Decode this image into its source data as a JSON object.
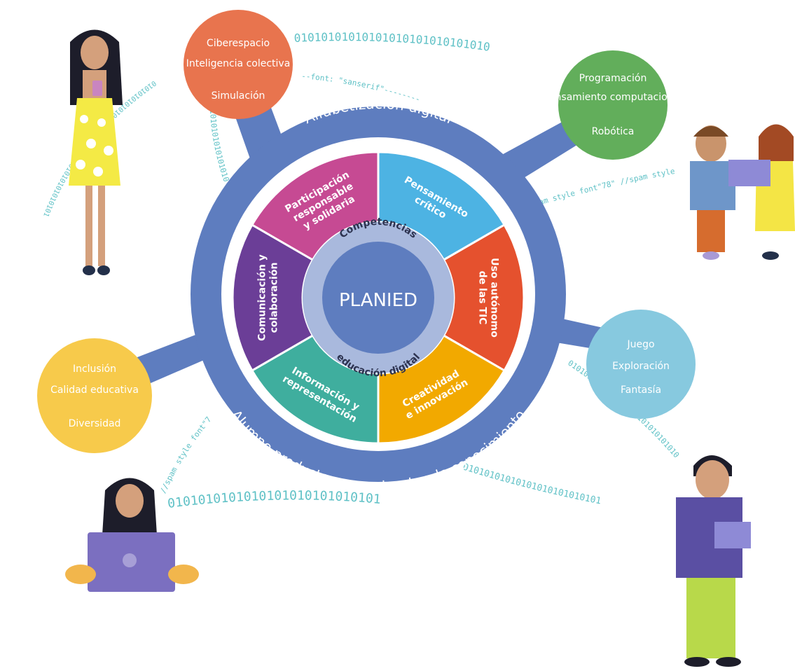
{
  "center": {
    "title": "PLANIED",
    "ring_top": "Competencias",
    "ring_bottom": "educación digital"
  },
  "outer_ring": {
    "top_label": "Alfabetización digital",
    "bottom_label": "Alumno productor y constructor de conocimiento"
  },
  "competencias": [
    {
      "lines": [
        "Pensamiento",
        "crítico"
      ],
      "color": "#4db3e3"
    },
    {
      "lines": [
        "Uso autónomo",
        "de las TIC"
      ],
      "color": "#e5512e"
    },
    {
      "lines": [
        "Creatividad",
        "e innovación"
      ],
      "color": "#f2a900"
    },
    {
      "lines": [
        "Información y",
        "representación"
      ],
      "color": "#3fae9e"
    },
    {
      "lines": [
        "Comunicación y",
        "colaboración"
      ],
      "color": "#6b3e97"
    },
    {
      "lines": [
        "Participación",
        "responsable",
        "y solidaria"
      ],
      "color": "#c64a93"
    }
  ],
  "bubbles": {
    "top_left": {
      "items": [
        "Ciberespacio",
        "Inteligencia colectiva",
        "Simulación"
      ],
      "color": "#e8744e"
    },
    "top_right": {
      "items": [
        "Programación",
        "Pensamiento computacional",
        "Robótica"
      ],
      "color": "#62ae5b"
    },
    "left": {
      "items": [
        "Inclusión",
        "Calidad educativa",
        "Diversidad"
      ],
      "color": "#f7ca4b"
    },
    "right": {
      "items": [
        "Juego",
        "Exploración",
        "Fantasía"
      ],
      "color": "#87c9df"
    }
  },
  "decor_text": {
    "binary_top": "01010101010101010101010101010",
    "binary_bottom_left": "0101010101010101010101010101",
    "binary_bottom_right": "01010101010101010101010101",
    "binary_right": "0101010101010101010101010101010",
    "binary_left_arc": "010101010101010101010101010101010101010101",
    "binary_small_arc": "0101010101010101010101",
    "spam_1": "--font: \"sanserif\"--------",
    "spam_2": "//spam style font\"78\" //spam style",
    "spam_3": "//spam style font\"7"
  },
  "colors": {
    "ring_blue": "#5e7dbf",
    "ring_light": "#a9b9dd",
    "binary_teal": "#5fc1c6"
  }
}
